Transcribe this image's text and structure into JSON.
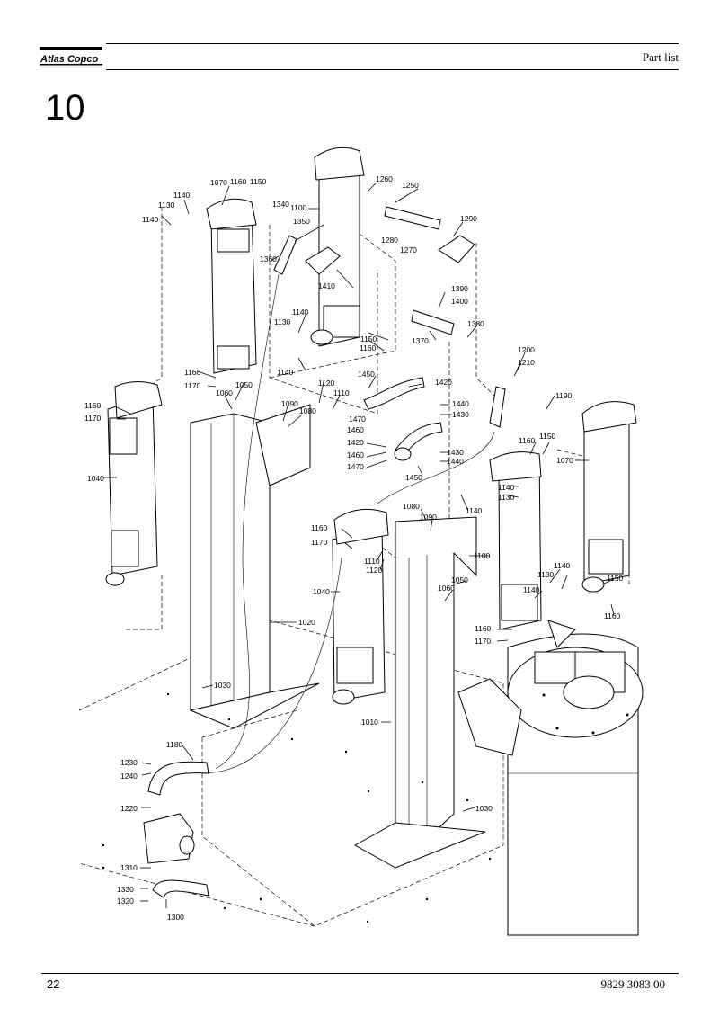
{
  "header": {
    "brand": "Atlas Copco",
    "title": "Part list"
  },
  "section_number": "10",
  "footer": {
    "page": "22",
    "doc_number": "9829 3083 00"
  },
  "callouts": [
    {
      "id": "c1070a",
      "text": "1070"
    },
    {
      "id": "c1160a",
      "text": "1160"
    },
    {
      "id": "c1150a",
      "text": "1150"
    },
    {
      "id": "c1140a",
      "text": "1140"
    },
    {
      "id": "c1130a",
      "text": "1130"
    },
    {
      "id": "c1140b",
      "text": "1140"
    },
    {
      "id": "c1340",
      "text": "1340"
    },
    {
      "id": "c1100a",
      "text": "1100"
    },
    {
      "id": "c1350",
      "text": "1350"
    },
    {
      "id": "c1360",
      "text": "1360"
    },
    {
      "id": "c1410",
      "text": "1410"
    },
    {
      "id": "c1260",
      "text": "1260"
    },
    {
      "id": "c1250",
      "text": "1250"
    },
    {
      "id": "c1280",
      "text": "1280"
    },
    {
      "id": "c1270",
      "text": "1270"
    },
    {
      "id": "c1290",
      "text": "1290"
    },
    {
      "id": "c1390",
      "text": "1390"
    },
    {
      "id": "c1400",
      "text": "1400"
    },
    {
      "id": "c1380",
      "text": "1380"
    },
    {
      "id": "c1370",
      "text": "1370"
    },
    {
      "id": "c1140c",
      "text": "1140"
    },
    {
      "id": "c1130b",
      "text": "1130"
    },
    {
      "id": "c1150b",
      "text": "1150"
    },
    {
      "id": "c1160b",
      "text": "1160"
    },
    {
      "id": "c1140d",
      "text": "1140"
    },
    {
      "id": "c1160c",
      "text": "1160"
    },
    {
      "id": "c1170a",
      "text": "1170"
    },
    {
      "id": "c1050a",
      "text": "1050"
    },
    {
      "id": "c1060a",
      "text": "1060"
    },
    {
      "id": "c1090a",
      "text": "1090"
    },
    {
      "id": "c1080a",
      "text": "1080"
    },
    {
      "id": "c1120a",
      "text": "1120"
    },
    {
      "id": "c1110a",
      "text": "1110"
    },
    {
      "id": "c1450a",
      "text": "1450"
    },
    {
      "id": "c1420a",
      "text": "1420"
    },
    {
      "id": "c1440a",
      "text": "1440"
    },
    {
      "id": "c1430a",
      "text": "1430"
    },
    {
      "id": "c1470a",
      "text": "1470"
    },
    {
      "id": "c1460a",
      "text": "1460"
    },
    {
      "id": "c1420b",
      "text": "1420"
    },
    {
      "id": "c1460b",
      "text": "1460"
    },
    {
      "id": "c1470b",
      "text": "1470"
    },
    {
      "id": "c1430b",
      "text": "1430"
    },
    {
      "id": "c1440b",
      "text": "1440"
    },
    {
      "id": "c1450b",
      "text": "1450"
    },
    {
      "id": "c1200",
      "text": "1200"
    },
    {
      "id": "c1210",
      "text": "1210"
    },
    {
      "id": "c1190",
      "text": "1190"
    },
    {
      "id": "c1160d",
      "text": "1160"
    },
    {
      "id": "c1170b",
      "text": "1170"
    },
    {
      "id": "c1040a",
      "text": "1040"
    },
    {
      "id": "c1160e",
      "text": "1160"
    },
    {
      "id": "c1150c",
      "text": "1150"
    },
    {
      "id": "c1140e",
      "text": "1140"
    },
    {
      "id": "c1130c",
      "text": "1130"
    },
    {
      "id": "c1070b",
      "text": "1070"
    },
    {
      "id": "c1140f",
      "text": "1140"
    },
    {
      "id": "c1080b",
      "text": "1080"
    },
    {
      "id": "c1090b",
      "text": "1090"
    },
    {
      "id": "c1160f",
      "text": "1160"
    },
    {
      "id": "c1170c",
      "text": "1170"
    },
    {
      "id": "c1110b",
      "text": "1110"
    },
    {
      "id": "c1120b",
      "text": "1120"
    },
    {
      "id": "c1100b",
      "text": "1100"
    },
    {
      "id": "c1130d",
      "text": "1130"
    },
    {
      "id": "c1140g",
      "text": "1140"
    },
    {
      "id": "c1150d",
      "text": "1150"
    },
    {
      "id": "c1140h",
      "text": "1140"
    },
    {
      "id": "c1160g",
      "text": "1160"
    },
    {
      "id": "c1040b",
      "text": "1040"
    },
    {
      "id": "c1050b",
      "text": "1050"
    },
    {
      "id": "c1060b",
      "text": "1060"
    },
    {
      "id": "c1020",
      "text": "1020"
    },
    {
      "id": "c1160h",
      "text": "1160"
    },
    {
      "id": "c1170d",
      "text": "1170"
    },
    {
      "id": "c1030a",
      "text": "1030"
    },
    {
      "id": "c1010",
      "text": "1010"
    },
    {
      "id": "c1180",
      "text": "1180"
    },
    {
      "id": "c1230",
      "text": "1230"
    },
    {
      "id": "c1240",
      "text": "1240"
    },
    {
      "id": "c1220",
      "text": "1220"
    },
    {
      "id": "c1030b",
      "text": "1030"
    },
    {
      "id": "c1310",
      "text": "1310"
    },
    {
      "id": "c1330",
      "text": "1330"
    },
    {
      "id": "c1320",
      "text": "1320"
    },
    {
      "id": "c1300",
      "text": "1300"
    }
  ]
}
